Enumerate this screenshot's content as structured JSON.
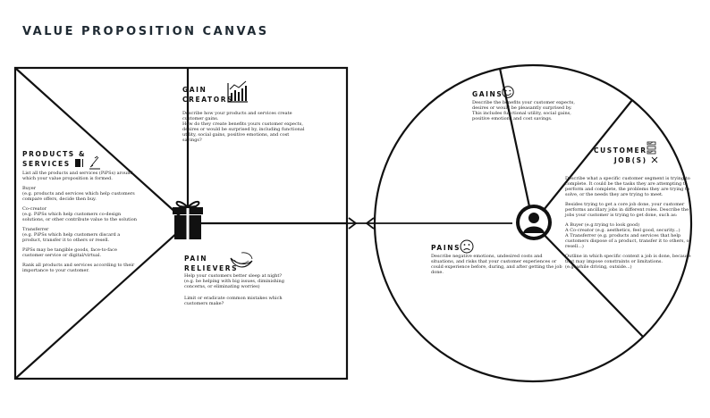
{
  "title": "VALUE PROPOSITION CANVAS",
  "gain_creators": {
    "heading": [
      "GAIN",
      "CREATORS"
    ],
    "icon": "growth-chart-icon",
    "lines": [
      "Describe how your products and services create customer gains.",
      "How do they create benefits yours customer expects, desires or would be surprised by, including functional utility, social gains, positive emotions, and cost savings?"
    ]
  },
  "products_services": {
    "heading": [
      "PRODUCTS &",
      "SERVICES"
    ],
    "icons": [
      "products-icon",
      "pen-icon"
    ],
    "lines": [
      "List all the products and services (PiPSs) around which your value proposition is formed.",
      "Buyer",
      "(e.g. products and services which help customers compare offers, decide then buy.",
      "Co-creator",
      "(e.g. PiPSs which help customers co-design solutions, or other contribute value to the solution",
      "Transferrer",
      "(e.g. PiPSs which help customers discard a product, transfer it to others or resell.",
      "PiPSs may be tangible goods, face-to-face customer service or digital/virtual.",
      "Rank all products and services according to their importance to your customer."
    ]
  },
  "pain_relievers": {
    "heading": [
      "PAIN",
      "RELIEVERS"
    ],
    "icon": "pill-icon",
    "lines": [
      "Help your customers better sleep at night?",
      "(e.g. be helping with big issues, diminishing concerns, or eliminating worries)",
      "Limit or eradicate common mistakes which customers make?"
    ]
  },
  "gains": {
    "heading": [
      "GAINS"
    ],
    "icon": "smiley-icon",
    "lines": [
      "Describe the benefits your customer expects, desires or would be pleasantly surprised by.",
      "This includes functional utility, social gains, positive emotions and cost savings."
    ]
  },
  "customer_jobs": {
    "heading": [
      "CUSTOMER",
      "JOB(S)"
    ],
    "icon": "checklist-icon",
    "lines": [
      "Describe what a specific customer segment is trying to complete. It could be the tasks they are attempting to perform and complete, the problems they are trying to solve, or the needs they are trying to meet.",
      "Besides trying to get a core job done, your customer performs ancillary jobs in different roles. Describe the jobs your customer is trying to get done, such as:",
      "A Buyer (e.g.trying to look good)",
      "A Co-creator (e.g. aesthetics, feel good, security...)",
      "A Transferrer (e.g. products and services that help customers dispose of a product, transfer it to others, or resell...)",
      "Outline in which specific context a job is done, because that may impose constraints or limitations.",
      "(e.g. while driving, outside...)"
    ]
  },
  "pains": {
    "heading": [
      "PAINS"
    ],
    "icon": "sad-face-icon",
    "lines": [
      "Describe negative emotions, undesired costs and situations, and risks that your customer experiences or could experience before, during, and after getting the job done."
    ]
  },
  "center_icons": {
    "left": "gift-icon",
    "right": "customer-icon",
    "connector": "double-arrow-icon"
  }
}
